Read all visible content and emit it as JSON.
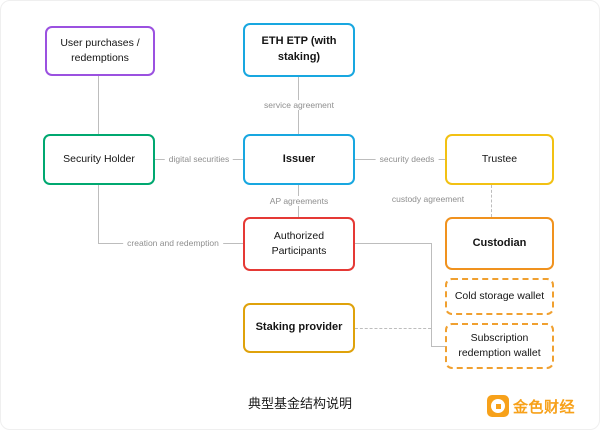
{
  "diagram": {
    "nodes": [
      {
        "id": "user-purchases-redemptions",
        "label": "User purchases / redemptions",
        "color": "#9b51e0"
      },
      {
        "id": "eth-etp",
        "label": "ETH ETP (with staking)",
        "color": "#18a7e0"
      },
      {
        "id": "security-holder",
        "label": "Security Holder",
        "color": "#00a870"
      },
      {
        "id": "issuer",
        "label": "Issuer",
        "color": "#18a7e0"
      },
      {
        "id": "trustee",
        "label": "Trustee",
        "color": "#f2c113"
      },
      {
        "id": "authorized-participants",
        "label": "Authorized Participants",
        "color": "#e53935"
      },
      {
        "id": "custodian",
        "label": "Custodian",
        "color": "#f0921e"
      },
      {
        "id": "cold-storage-wallet",
        "label": "Cold storage wallet",
        "color": "#f0a030"
      },
      {
        "id": "subscription-redemption-wallet",
        "label": "Subscription redemption wallet",
        "color": "#f0a030"
      },
      {
        "id": "staking-provider",
        "label": "Staking provider",
        "color": "#dfa20b"
      }
    ],
    "edges": {
      "service_agreement": "service agreement",
      "digital_securities": "digital securities",
      "security_deeds": "security deeds",
      "ap_agreements": "AP agreements",
      "custody_agreement": "custody agreement",
      "creation_and_redemption": "creation and redemption"
    },
    "line_color": "#bdbdbd",
    "edge_label_color": "#8f8f8f"
  },
  "caption": "典型基金结构说明",
  "brand": {
    "name": "金色财经",
    "color": "#f7a11a"
  }
}
